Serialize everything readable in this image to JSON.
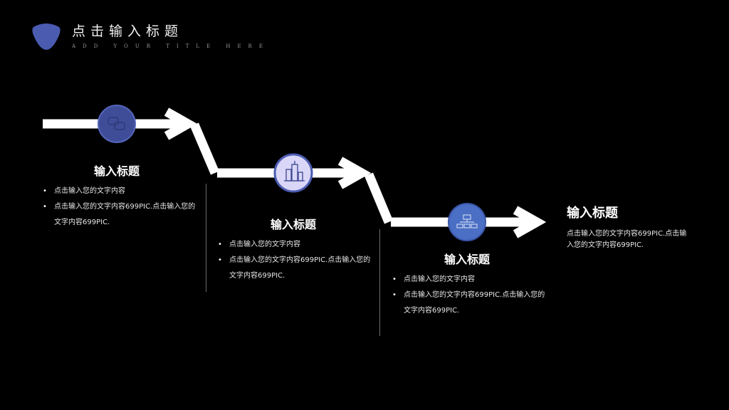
{
  "header": {
    "title": "点击输入标题",
    "subtitle": "ADD YOUR TITLE HERE"
  },
  "colors": {
    "accent": "#4a5bb0",
    "accent_light": "#d9d6f7",
    "background": "#000000"
  },
  "steps": [
    {
      "heading": "输入标题",
      "icon": "chat-bubbles-icon",
      "bullets": [
        "点击输入您的文字内容",
        "点击输入您的文字内容699PIC.点击输入您的文字内容699PIC."
      ]
    },
    {
      "heading": "输入标题",
      "icon": "buildings-icon",
      "bullets": [
        "点击输入您的文字内容",
        "点击输入您的文字内容699PIC.点击输入您的文字内容699PIC."
      ]
    },
    {
      "heading": "输入标题",
      "icon": "hierarchy-icon",
      "bullets": [
        "点击输入您的文字内容",
        "点击输入您的文字内容699PIC.点击输入您的文字内容699PIC."
      ]
    }
  ],
  "final": {
    "heading": "输入标题",
    "text": "点击输入您的文字内容699PIC.点击输入您的文字内容699PIC."
  }
}
